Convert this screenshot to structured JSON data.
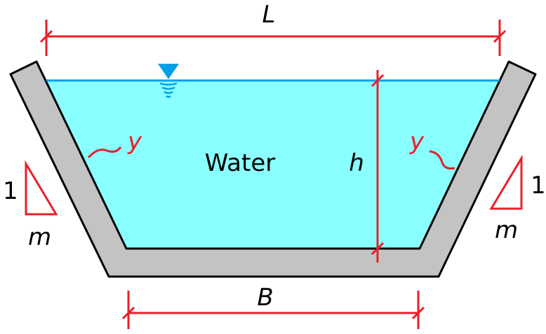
{
  "labels": {
    "top_width": "L",
    "bottom_width": "B",
    "depth": "h",
    "water": "Water",
    "wetted_side_left": "y",
    "wetted_side_right": "y",
    "slope_rise_left": "1",
    "slope_run_left": "m",
    "slope_rise_right": "1",
    "slope_run_right": "m"
  },
  "colors": {
    "water": "#8affff",
    "water_surface": "#00a0e8",
    "wall": "#c3c3c3",
    "dimension": "#e8202a"
  }
}
